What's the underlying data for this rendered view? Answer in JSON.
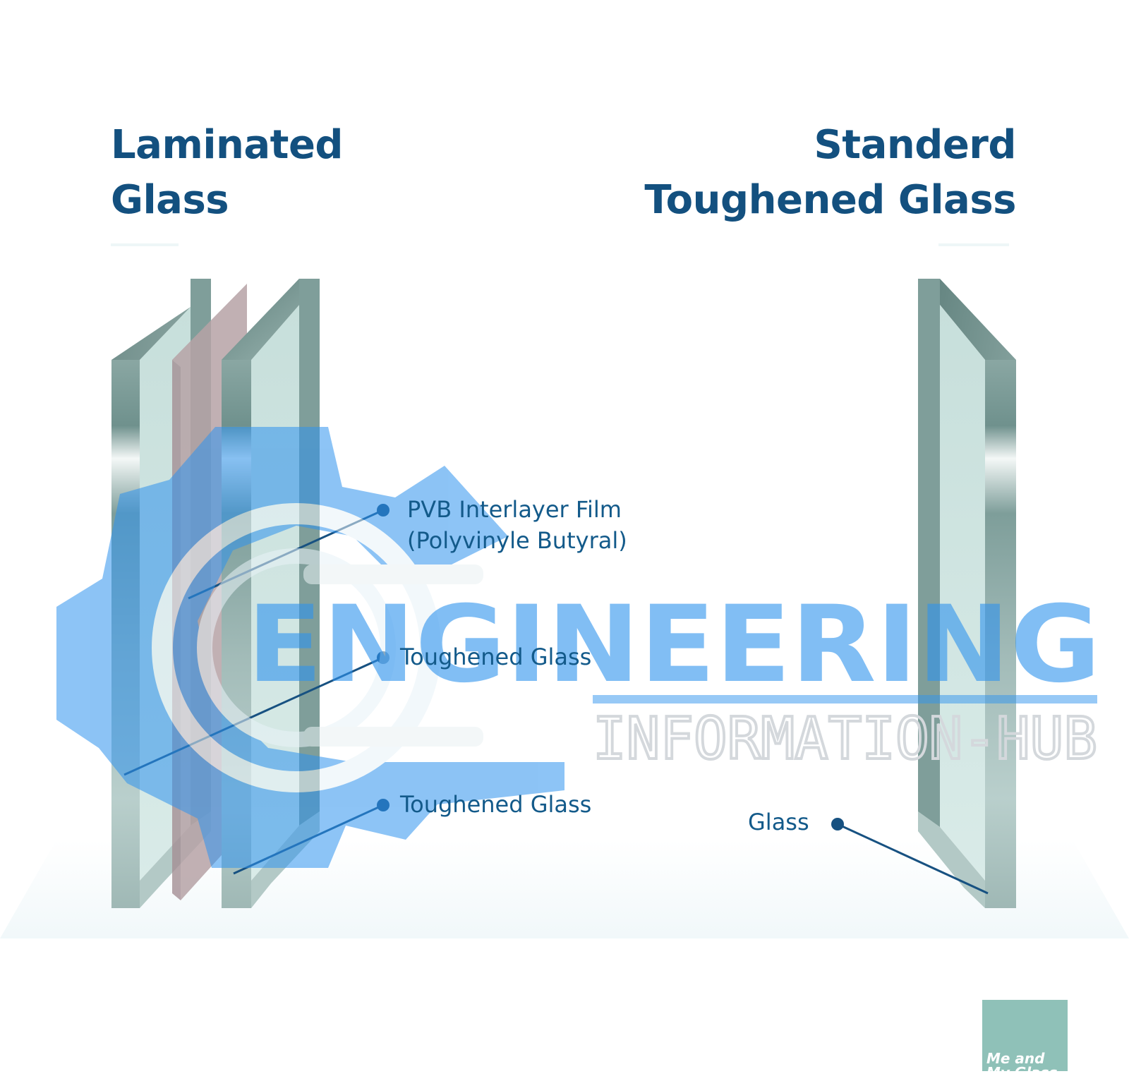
{
  "titles": {
    "laminated": [
      "Laminated",
      "Glass"
    ],
    "standard": [
      "Standerd",
      "Toughened Glass"
    ]
  },
  "labels": {
    "pvb": [
      "PVB Interlayer Film",
      "(Polyvinyle Butyral)"
    ],
    "toughened_glass_1": "Toughened Glass",
    "toughened_glass_2": "Toughened Glass",
    "glass": "Glass"
  },
  "watermark": {
    "word": "ENGINEERING",
    "subtitle": "INFORMATION-HUB"
  },
  "brand_badge": [
    "Me and",
    "My Glass"
  ],
  "colors": {
    "title": "#13507f",
    "label": "#135a8a",
    "leader": "#175181",
    "glass_face": "#cfe5e2",
    "glass_edge": "#6f918d",
    "pvb_film": "#b6a2a6",
    "watermark": "#2f93ee",
    "badge": "#8fc1b8"
  }
}
